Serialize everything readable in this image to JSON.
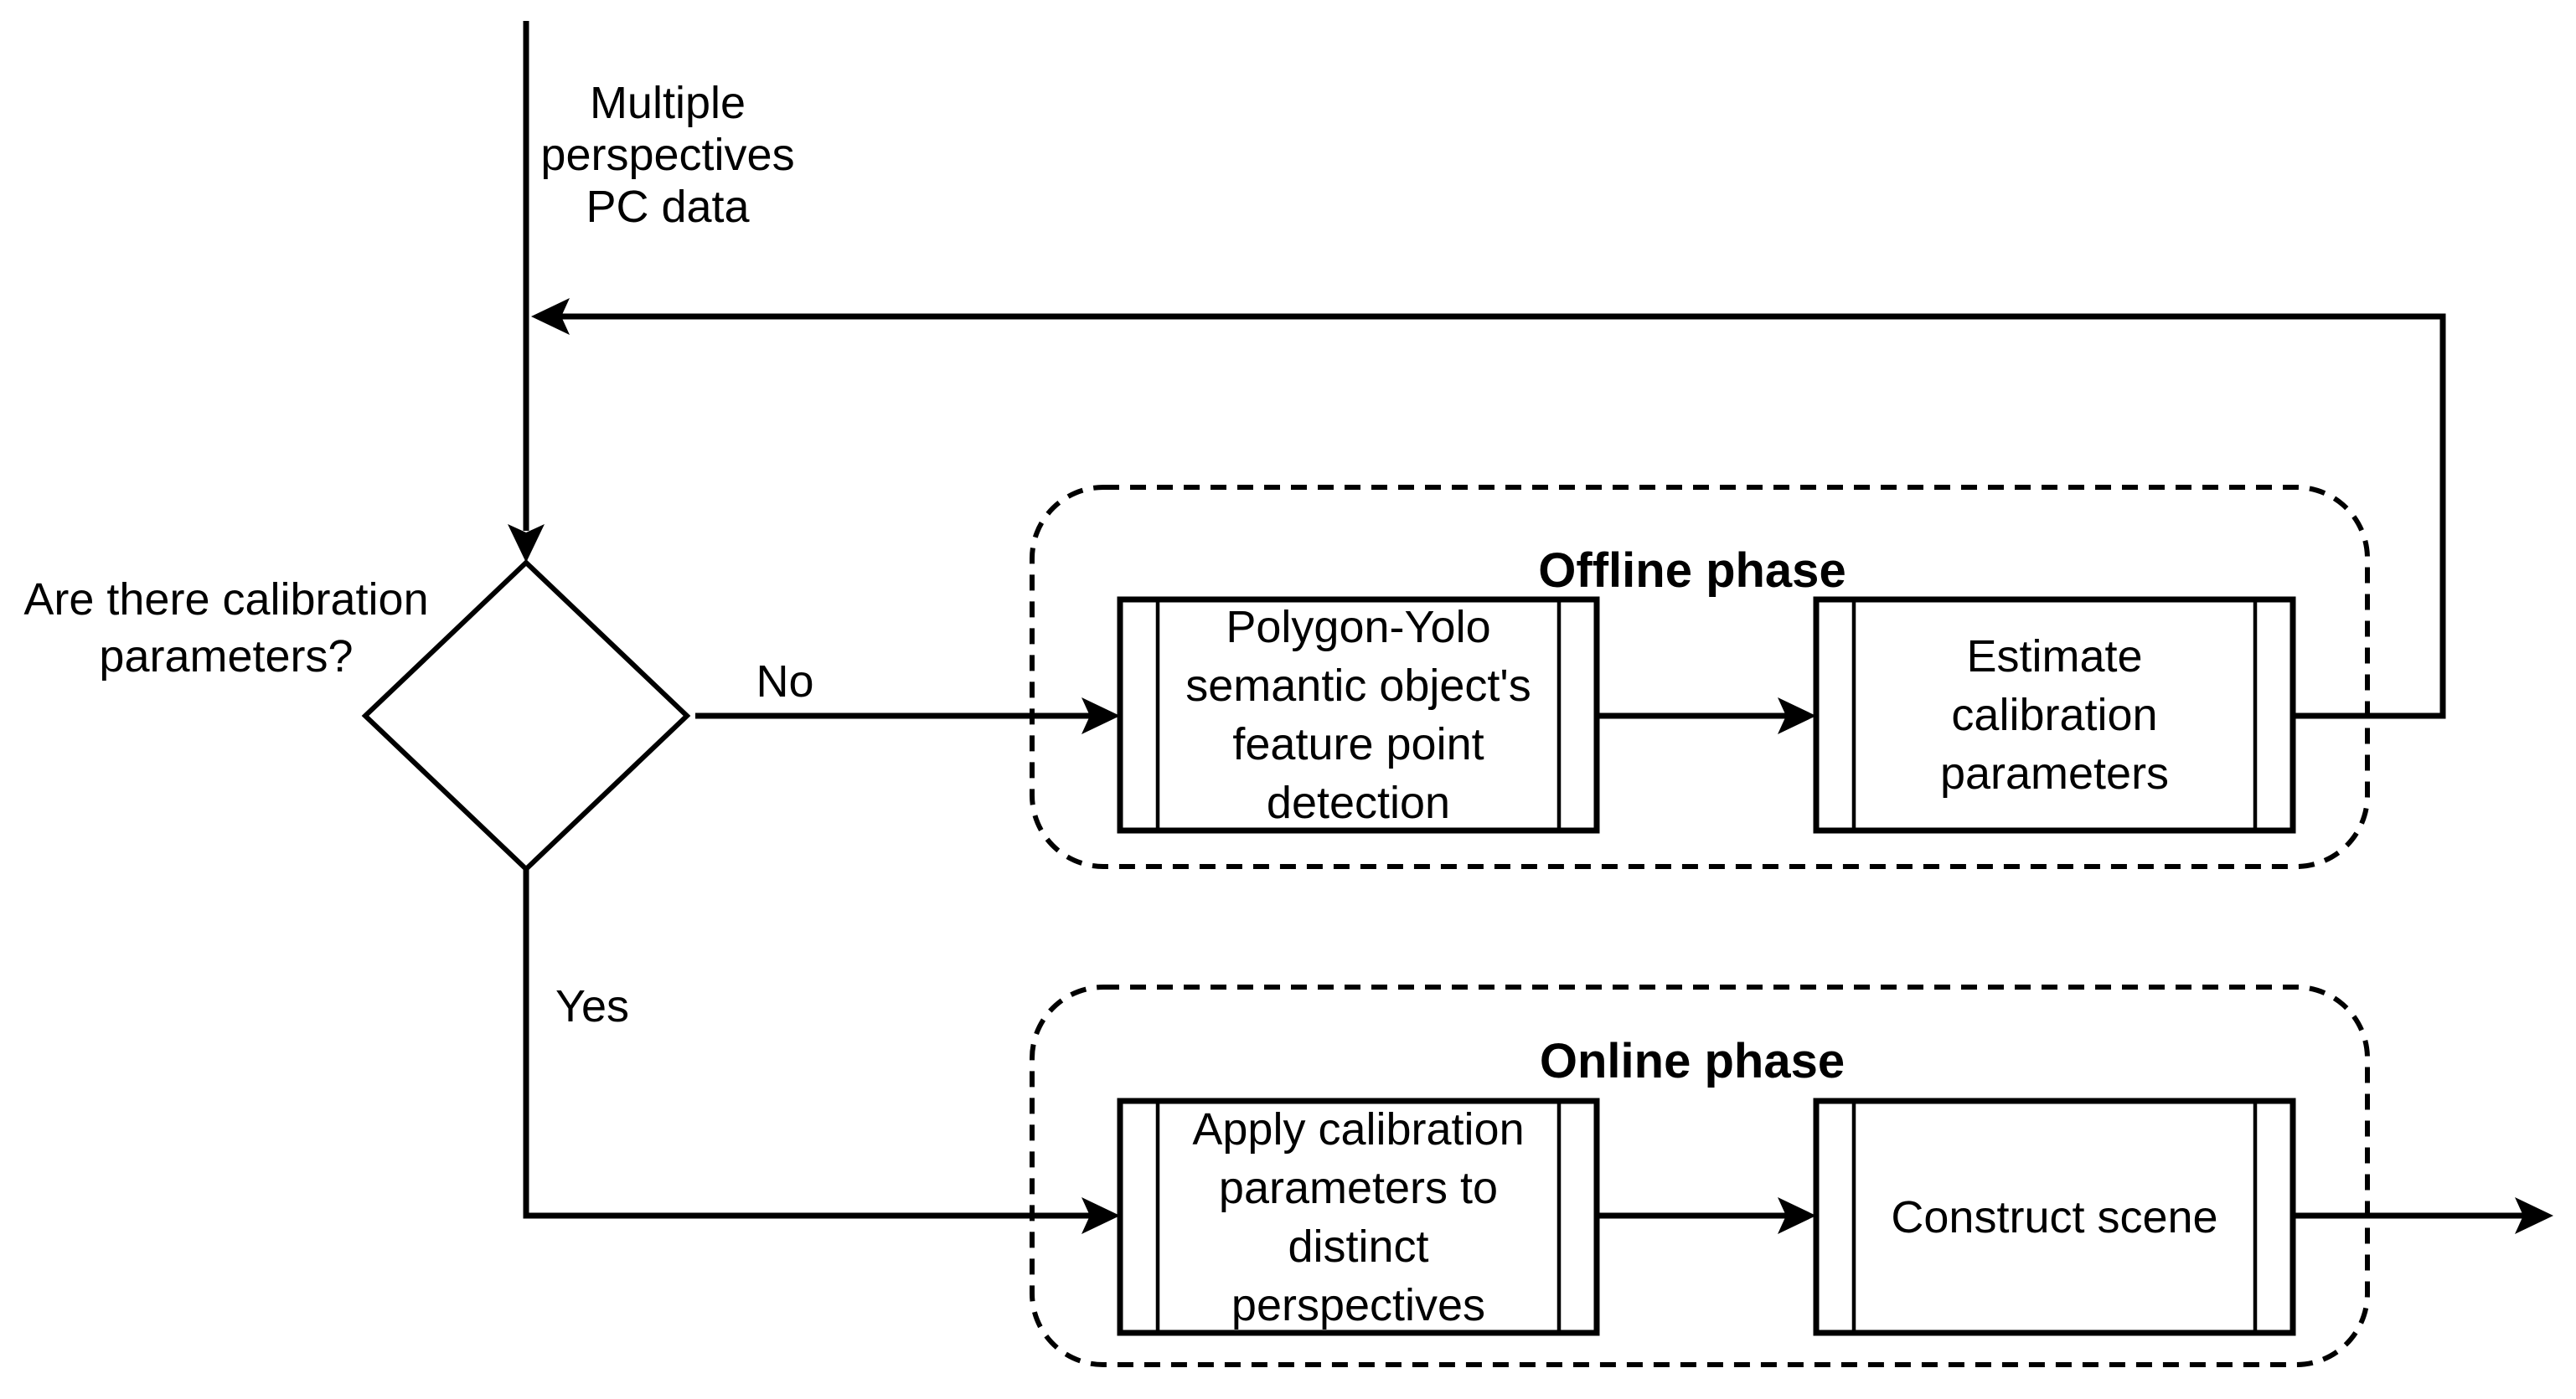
{
  "flowchart": {
    "background_color": "#ffffff",
    "line_color": "#000000",
    "input_label": "Multiple\nperspectives\nPC data",
    "decision_label": "Are there calibration\nparameters?",
    "branch_no_label": "No",
    "branch_yes_label": "Yes",
    "offline": {
      "title": "Offline phase",
      "step1": "Polygon-Yolo\nsemantic object's\nfeature point\ndetection",
      "step2": "Estimate\ncalibration\nparameters"
    },
    "online": {
      "title": "Online phase",
      "step1": "Apply calibration\nparameters to\ndistinct\nperspectives",
      "step2": "Construct scene"
    }
  }
}
